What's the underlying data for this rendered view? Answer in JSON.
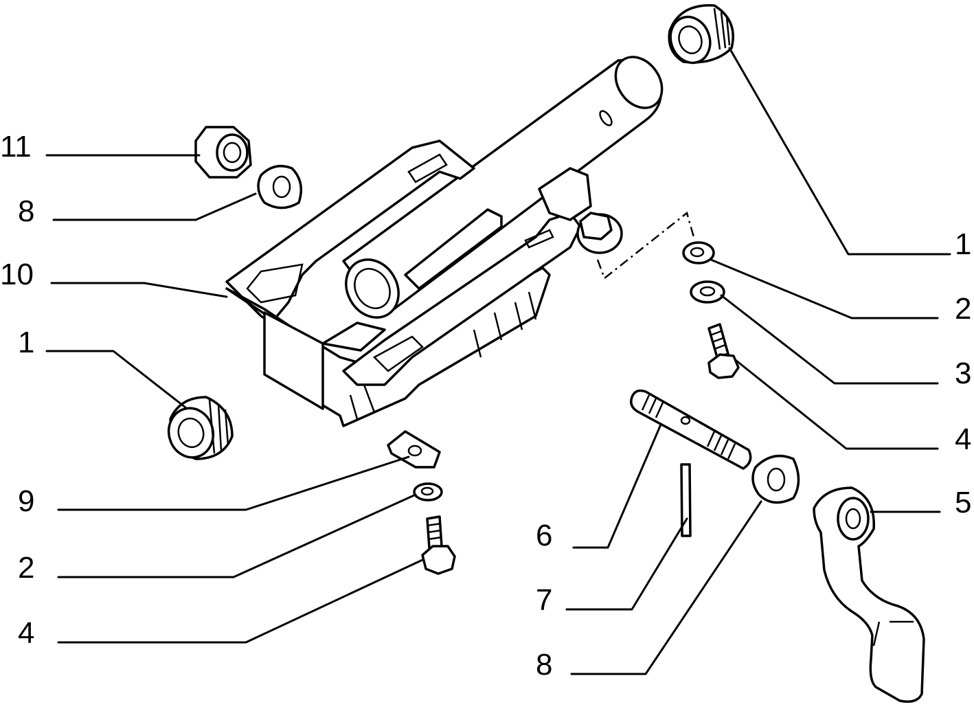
{
  "callouts": [
    {
      "id": "c11",
      "text": "11"
    },
    {
      "id": "c8a",
      "text": "8"
    },
    {
      "id": "c10",
      "text": "10"
    },
    {
      "id": "c1a",
      "text": "1"
    },
    {
      "id": "c9",
      "text": "9"
    },
    {
      "id": "c2a",
      "text": "2"
    },
    {
      "id": "c4a",
      "text": "4"
    },
    {
      "id": "c1b",
      "text": "1"
    },
    {
      "id": "c2b",
      "text": "2"
    },
    {
      "id": "c3",
      "text": "3"
    },
    {
      "id": "c4b",
      "text": "4"
    },
    {
      "id": "c5",
      "text": "5"
    },
    {
      "id": "c6",
      "text": "6"
    },
    {
      "id": "c7",
      "text": "7"
    },
    {
      "id": "c8b",
      "text": "8"
    }
  ]
}
